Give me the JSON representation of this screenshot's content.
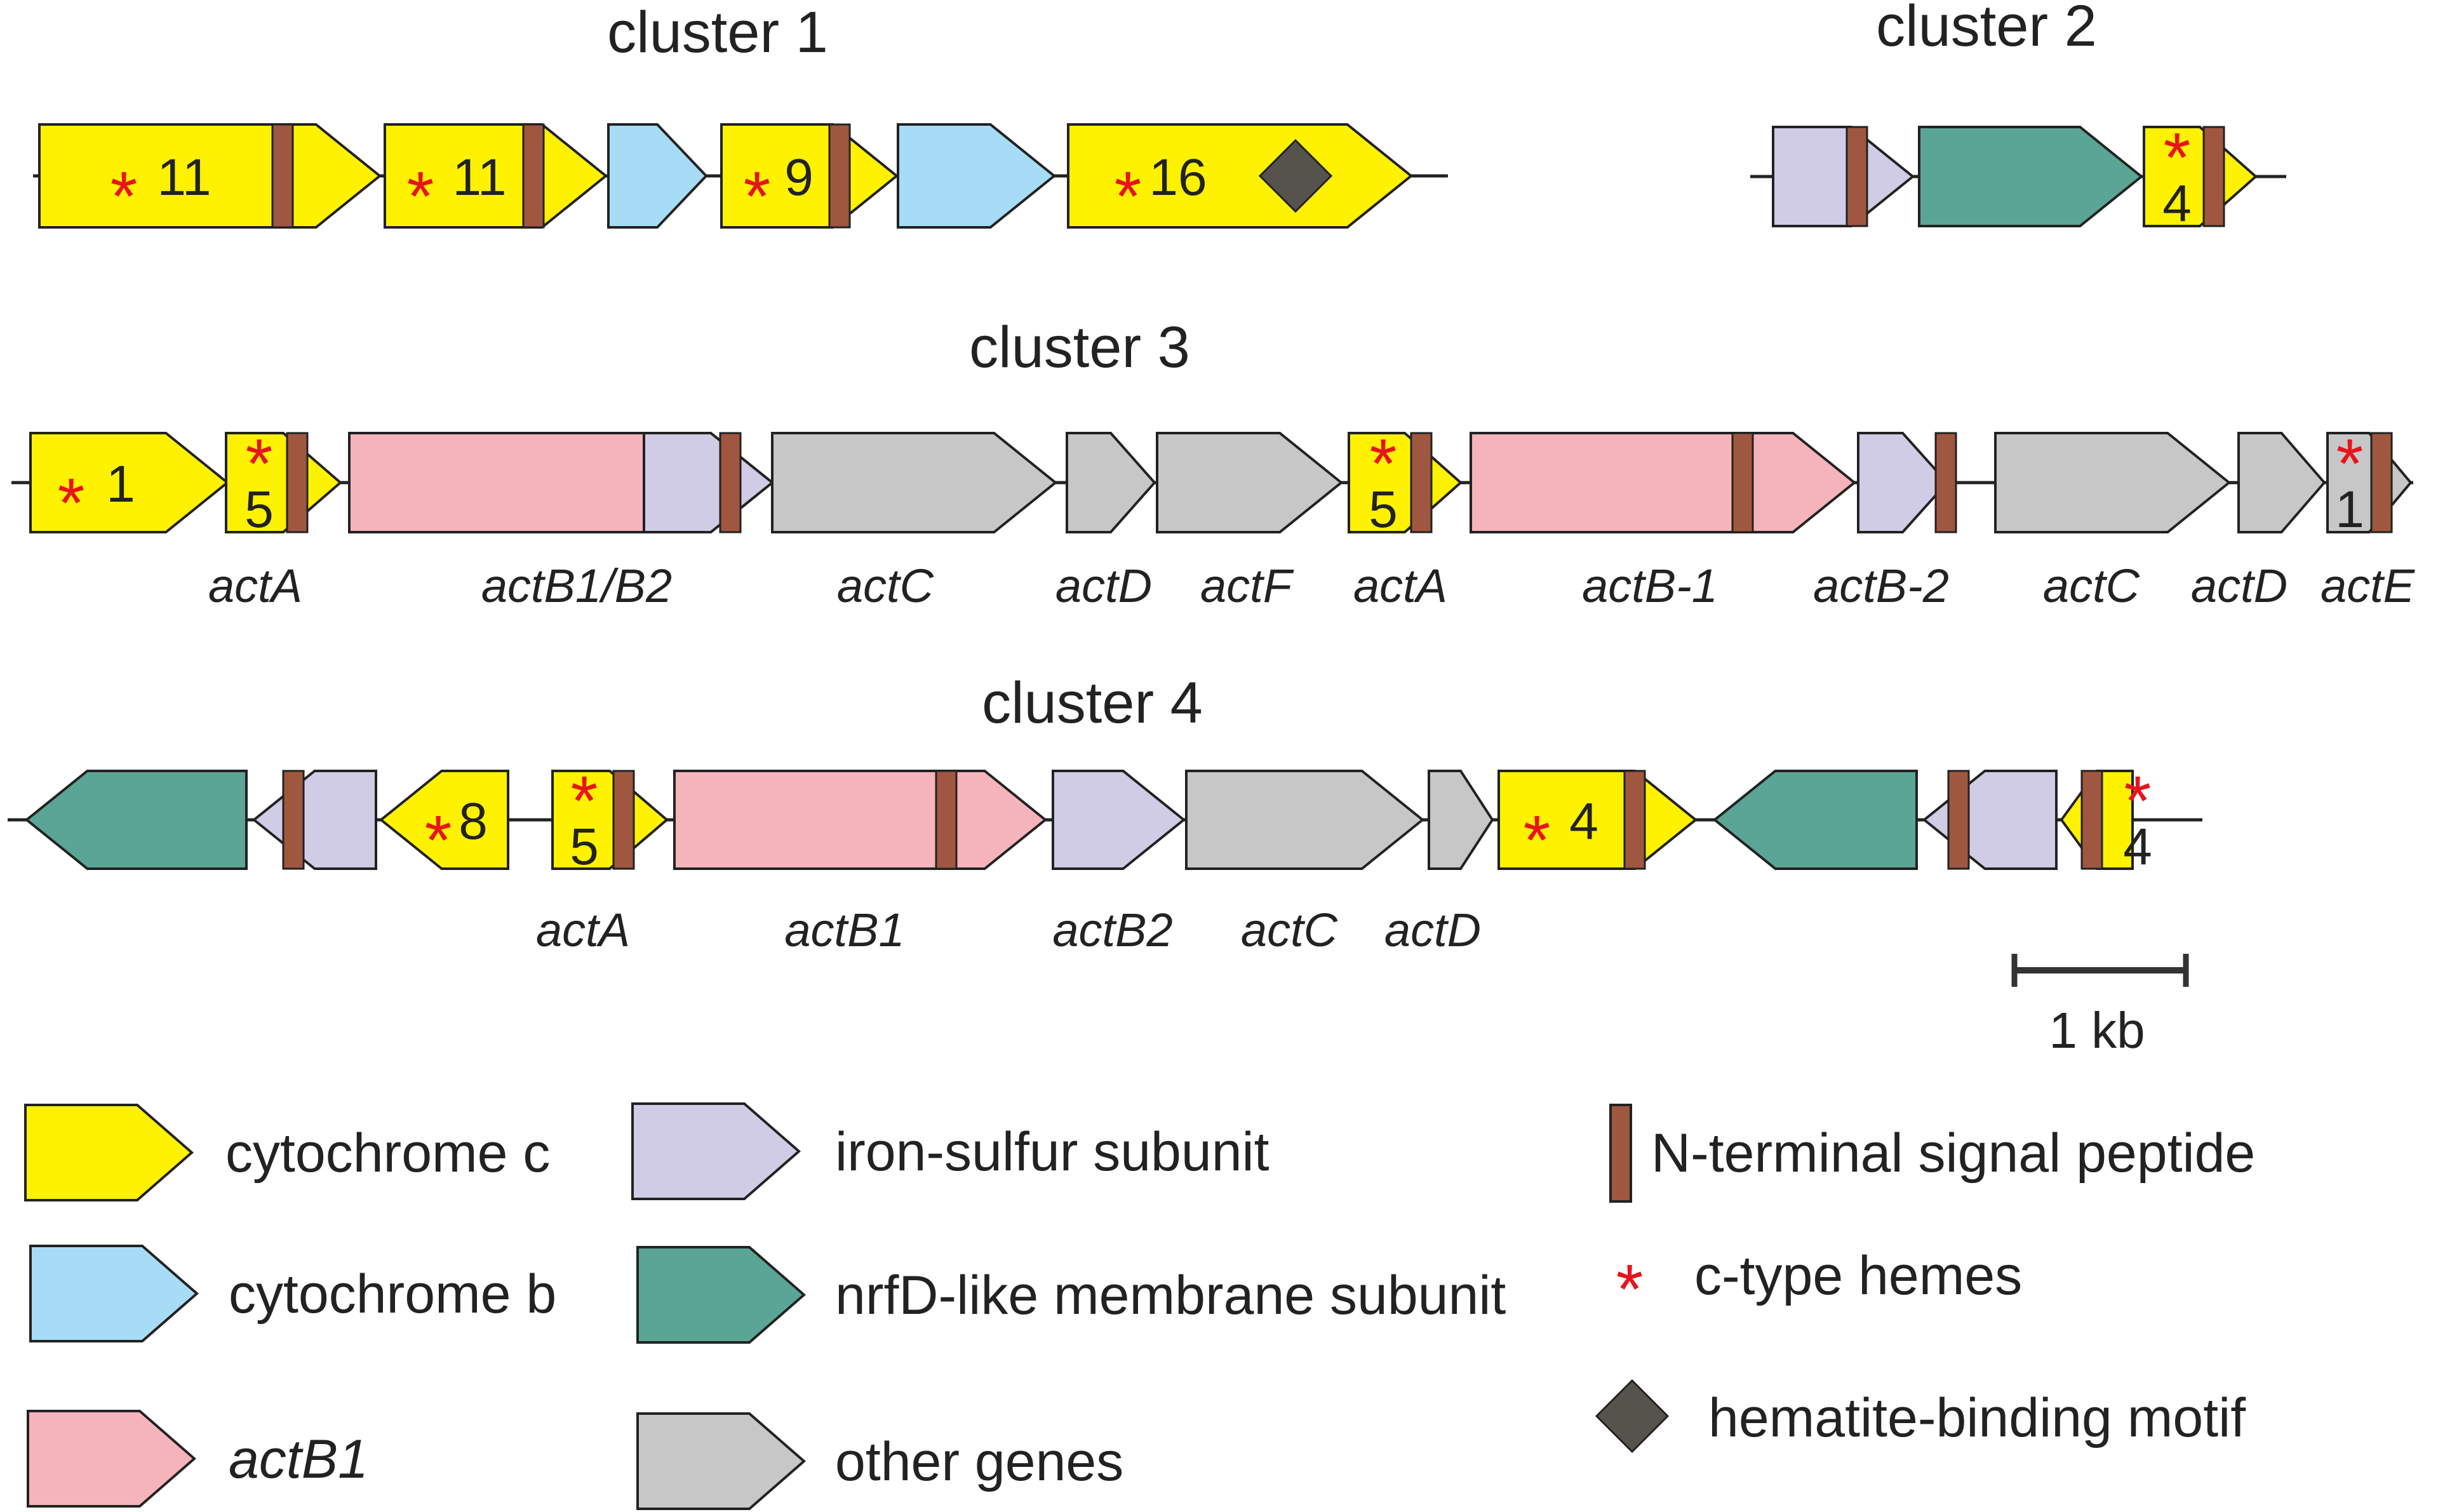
{
  "colors": {
    "cytochrome_c": "#fff200",
    "cytochrome_b": "#a6dcf5",
    "iron_sulfur": "#d0cce6",
    "nrfd": "#5aa596",
    "actb1": "#f5b4bb",
    "other": "#c7c7c7",
    "signal_peptide": "#a0573f",
    "heme_star": "#e8141b",
    "hematite": "#55534c"
  },
  "clusters": [
    {
      "title": "cluster 1",
      "genes": [
        {
          "type": "cytochrome_c",
          "signal": true,
          "hemes": "11"
        },
        {
          "type": "cytochrome_c",
          "signal": true,
          "hemes": "11"
        },
        {
          "type": "cytochrome_b",
          "signal": false
        },
        {
          "type": "cytochrome_c",
          "signal": true,
          "hemes": "9"
        },
        {
          "type": "cytochrome_b",
          "signal": false
        },
        {
          "type": "cytochrome_c",
          "signal": false,
          "hemes": "16",
          "hematite": true
        }
      ]
    },
    {
      "title": "cluster 2",
      "genes": [
        {
          "type": "iron_sulfur",
          "signal": true
        },
        {
          "type": "nrfd",
          "signal": false
        },
        {
          "type": "cytochrome_c",
          "signal": true,
          "hemes": "4"
        }
      ]
    },
    {
      "title": "cluster 3",
      "genes": [
        {
          "type": "cytochrome_c",
          "signal": false,
          "hemes": "1"
        },
        {
          "type": "cytochrome_c",
          "signal": true,
          "hemes": "5",
          "label": "actA"
        },
        {
          "type": "actb1_fused",
          "signal": true,
          "label": "actB1/B2"
        },
        {
          "type": "other",
          "signal": false,
          "label": "actC"
        },
        {
          "type": "other",
          "signal": false,
          "label": "actD"
        },
        {
          "type": "other",
          "signal": false,
          "label": "actF"
        },
        {
          "type": "cytochrome_c",
          "signal": true,
          "hemes": "5",
          "label": "actA"
        },
        {
          "type": "actb1",
          "signal": true,
          "label": "actB-1"
        },
        {
          "type": "iron_sulfur",
          "signal": true,
          "label": "actB-2"
        },
        {
          "type": "other",
          "signal": false,
          "label": "actC"
        },
        {
          "type": "other",
          "signal": false,
          "label": "actD"
        },
        {
          "type": "other",
          "signal": true,
          "hemes": "1",
          "label": "actE"
        }
      ]
    },
    {
      "title": "cluster 4",
      "genes": [
        {
          "type": "nrfd",
          "signal": false,
          "direction": "reverse"
        },
        {
          "type": "iron_sulfur",
          "signal": true,
          "direction": "reverse"
        },
        {
          "type": "cytochrome_c",
          "signal": false,
          "hemes": "8",
          "direction": "reverse"
        },
        {
          "type": "cytochrome_c",
          "signal": true,
          "hemes": "5",
          "label": "actA"
        },
        {
          "type": "actb1",
          "signal": true,
          "label": "actB1"
        },
        {
          "type": "iron_sulfur",
          "signal": false,
          "label": "actB2"
        },
        {
          "type": "other",
          "signal": false,
          "label": "actC"
        },
        {
          "type": "other",
          "signal": false,
          "label": "actD"
        },
        {
          "type": "cytochrome_c",
          "signal": true,
          "hemes": "4"
        },
        {
          "type": "nrfd",
          "signal": false,
          "direction": "reverse"
        },
        {
          "type": "iron_sulfur",
          "signal": true,
          "direction": "reverse"
        },
        {
          "type": "cytochrome_c",
          "signal": true,
          "hemes": "4",
          "direction": "reverse"
        }
      ]
    }
  ],
  "scale_bar": {
    "label": "1 kb"
  },
  "legend": [
    {
      "key": "cytochrome_c",
      "label": "cytochrome c"
    },
    {
      "key": "cytochrome_b",
      "label": "cytochrome b"
    },
    {
      "key": "actb1",
      "label": "actB1",
      "italic": true
    },
    {
      "key": "iron_sulfur",
      "label": "iron-sulfur subunit"
    },
    {
      "key": "nrfd",
      "label": "nrfD-like membrane subunit"
    },
    {
      "key": "other",
      "label": "other  genes"
    },
    {
      "key": "signal_peptide",
      "label": "N-terminal signal peptide"
    },
    {
      "key": "heme_star",
      "label": "c-type hemes"
    },
    {
      "key": "hematite",
      "label": "hematite-binding motif"
    }
  ]
}
